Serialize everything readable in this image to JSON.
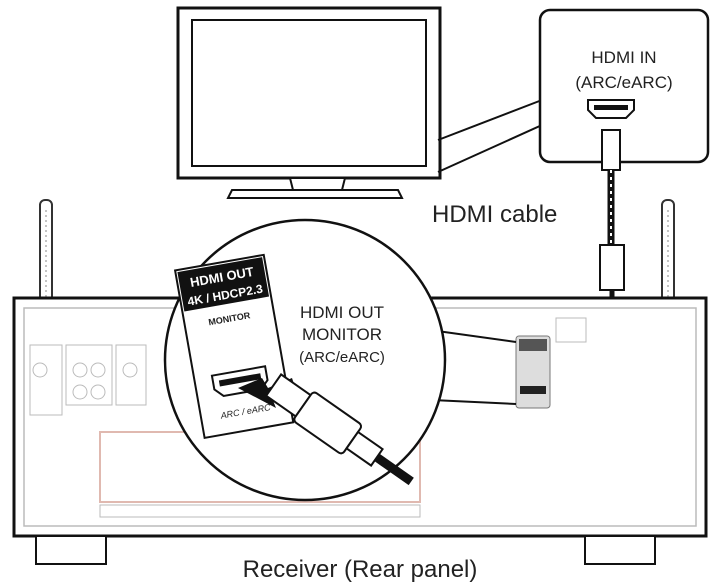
{
  "tv_bubble": {
    "title": "HDMI IN",
    "subtitle": "(ARC/eARC)"
  },
  "cable_label": "HDMI cable",
  "magnifier": {
    "label_line1": "HDMI OUT",
    "label_line2": "MONITOR",
    "label_line3": "(ARC/eARC)",
    "panel_header1": "HDMI OUT",
    "panel_header2": "4K / HDCP2.3",
    "panel_monitor": "MONITOR",
    "panel_arc": "ARC / eARC"
  },
  "caption": "Receiver (Rear panel)"
}
